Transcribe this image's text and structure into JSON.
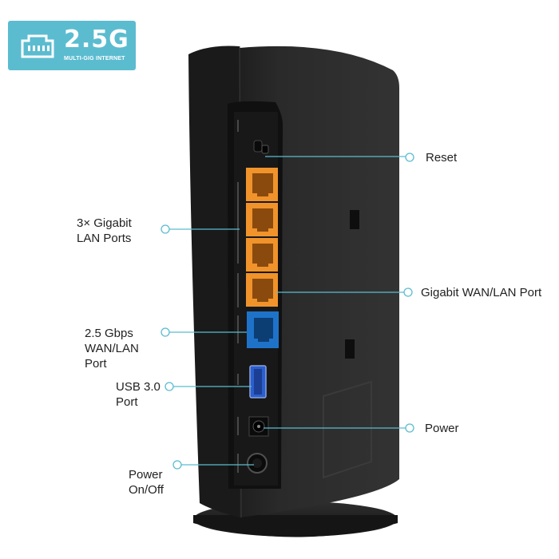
{
  "badge": {
    "speed": "2.5G",
    "subtitle": "MULTI-GIG INTERNET",
    "icon": "ethernet-port-icon",
    "color": "#5bbcd0"
  },
  "callouts": {
    "reset": "Reset",
    "lan_ports": "3× Gigabit\nLAN Ports",
    "wan_lan_port": "Gigabit WAN/LAN Port",
    "multi_gig_port": "2.5 Gbps\nWAN/LAN\nPort",
    "usb": "USB 3.0\nPort",
    "power": "Power",
    "power_switch": "Power\nOn/Off"
  },
  "colors": {
    "leader": "#5bbcd0",
    "gigabit_port": "#f0932b",
    "multi_gig_port": "#1e73c9",
    "body": "#2b2b2b"
  }
}
